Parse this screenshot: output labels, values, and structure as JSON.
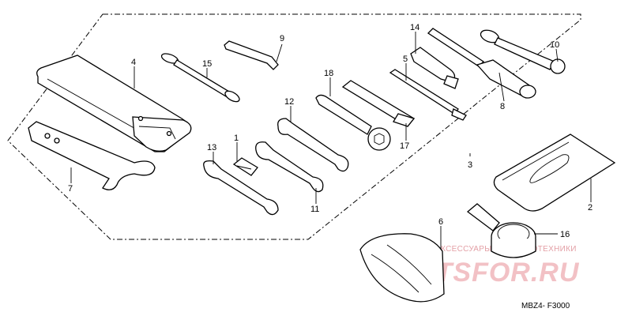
{
  "callouts": {
    "c1": "1",
    "c2": "2",
    "c3": "3",
    "c4": "4",
    "c5": "5",
    "c6": "6",
    "c7": "7",
    "c8": "8",
    "c9": "9",
    "c10": "10",
    "c11": "11",
    "c12": "12",
    "c13": "13",
    "c14": "14",
    "c15": "15",
    "c16": "16",
    "c17": "17",
    "c18": "18"
  },
  "diagram_code": "MBZ4- F3000",
  "watermark": {
    "line1": "ЗАПЧАСТИ И АКСЕССУАРЫ ДЛЯ МОТОТЕХНИКИ",
    "line2": "PARTSFOR.RU"
  }
}
